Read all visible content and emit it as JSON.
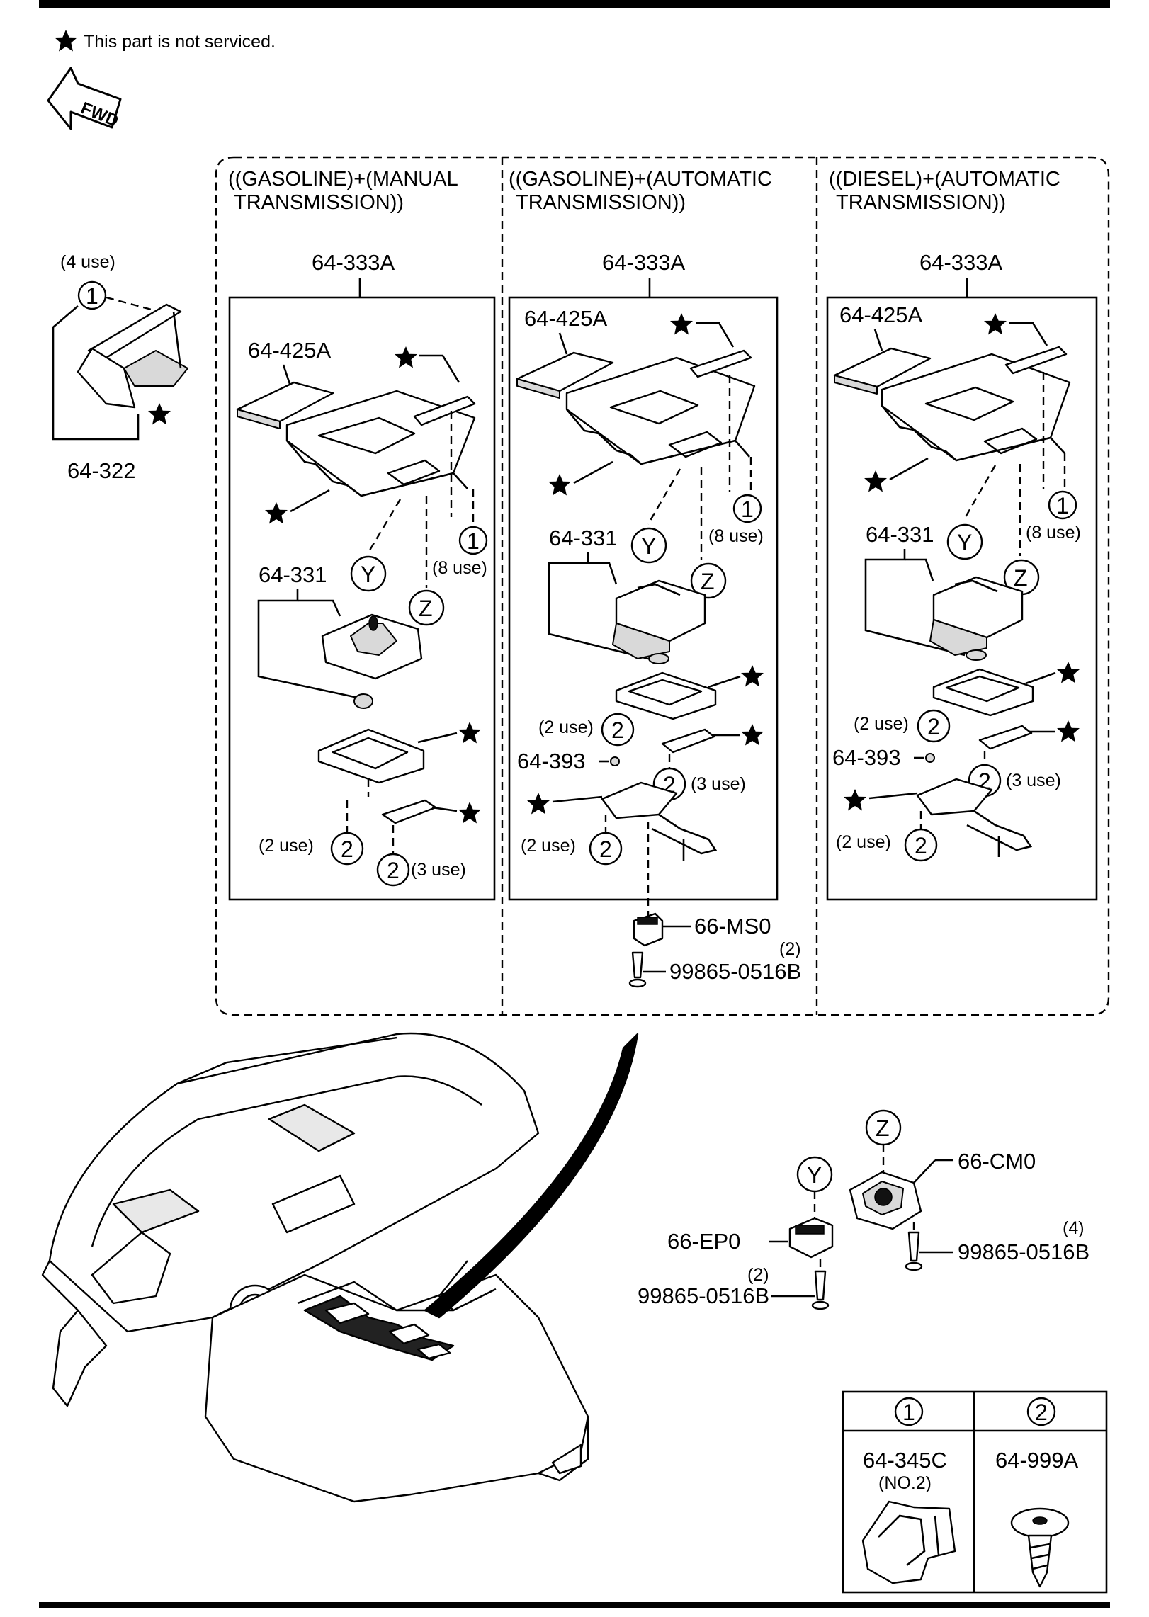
{
  "note": {
    "text": "This part is not serviced.",
    "symbol": "star-icon"
  },
  "fwd_label": "FWD",
  "panels": [
    {
      "header_line1": "((GASOLINE)+(MANUAL",
      "header_line2": "TRANSMISSION))",
      "assembly": "64-333A",
      "cover": "64-425A",
      "shift_boot": "64-331",
      "clip_use": "(8 use)",
      "screw_use_a": "(2 use)",
      "screw_use_b": "(3 use)"
    },
    {
      "header_line1": "((GASOLINE)+(AUTOMATIC",
      "header_line2": "TRANSMISSION))",
      "assembly": "64-333A",
      "cover": "64-425A",
      "shift_boot": "64-331",
      "clip_use": "(8 use)",
      "screw_use_a": "(2 use)",
      "screw_use_b": "(3 use)",
      "screw_use_c": "(2 use)",
      "knob": "64-393"
    },
    {
      "header_line1": "((DIESEL)+(AUTOMATIC",
      "header_line2": "TRANSMISSION))",
      "assembly": "64-333A",
      "cover": "64-425A",
      "shift_boot": "64-331",
      "clip_use": "(8 use)",
      "screw_use_a": "(2 use)",
      "screw_use_b": "(3 use)",
      "screw_use_c": "(2 use)",
      "knob": "64-393"
    }
  ],
  "left_part": {
    "use": "(4 use)",
    "number": "64-322"
  },
  "switch": {
    "part": "66-MS0",
    "qty": "(2)",
    "screw": "99865-0516B"
  },
  "lower_parts": {
    "commander": "66-CM0",
    "commander_qty": "(4)",
    "commander_screw": "99865-0516B",
    "epb": "66-EP0",
    "epb_qty": "(2)",
    "epb_screw": "99865-0516B"
  },
  "callouts": {
    "one": "1",
    "two": "2",
    "y": "Y",
    "z": "Z"
  },
  "legend": {
    "col1_key": "1",
    "col2_key": "2",
    "col1_part": "64-345C",
    "col1_sub": "(NO.2)",
    "col2_part": "64-999A"
  }
}
